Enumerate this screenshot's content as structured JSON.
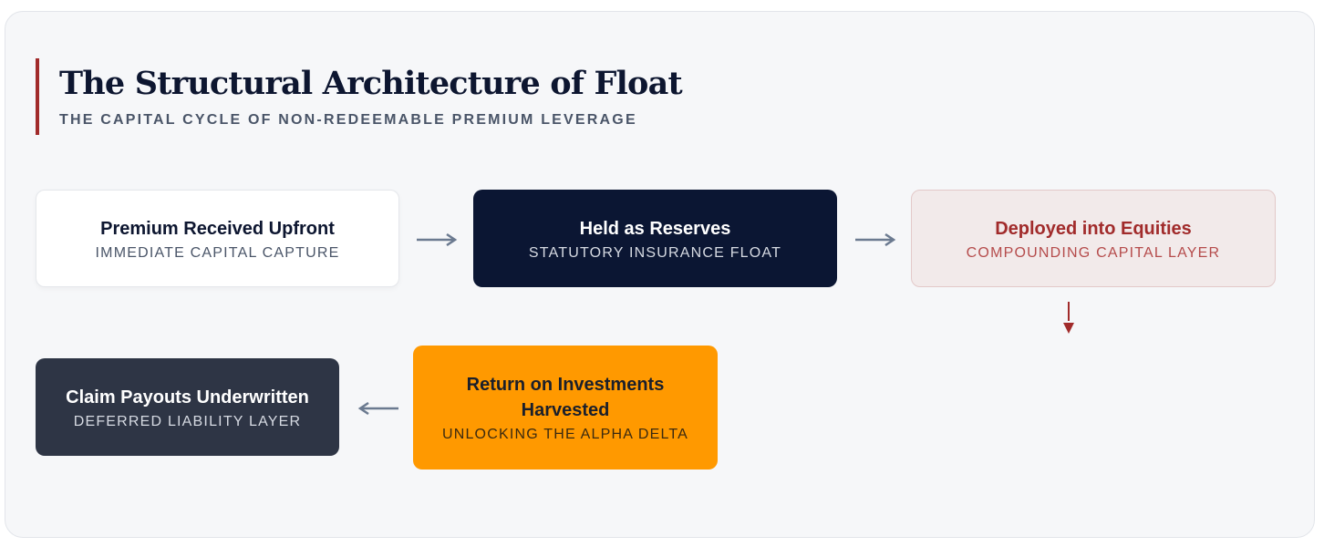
{
  "header": {
    "title": "The Structural Architecture of Float",
    "subtitle": "THE CAPITAL CYCLE OF NON-REDEEMABLE PREMIUM LEVERAGE"
  },
  "nodes": [
    {
      "label": "Premium Received Upfront",
      "sub": "IMMEDIATE CAPITAL CAPTURE"
    },
    {
      "label": "Held as Reserves",
      "sub": "STATUTORY INSURANCE FLOAT"
    },
    {
      "label": "Deployed into Equities",
      "sub": "COMPOUNDING CAPITAL LAYER"
    },
    {
      "label": "Return on Investments Harvested",
      "sub": "UNLOCKING THE ALPHA DELTA"
    },
    {
      "label": "Claim Payouts Underwritten",
      "sub": "DEFERRED LIABILITY LAYER"
    }
  ],
  "colors": {
    "accent": "#a12b2b",
    "navy": "#0b1633",
    "orange": "#ff9900",
    "slate": "#2e3545",
    "arrow": "#6b7a90"
  },
  "icons": {
    "right_arrow": "long-right-arrow-icon",
    "left_arrow": "long-left-arrow-icon",
    "down_arrow": "down-arrow-icon"
  }
}
